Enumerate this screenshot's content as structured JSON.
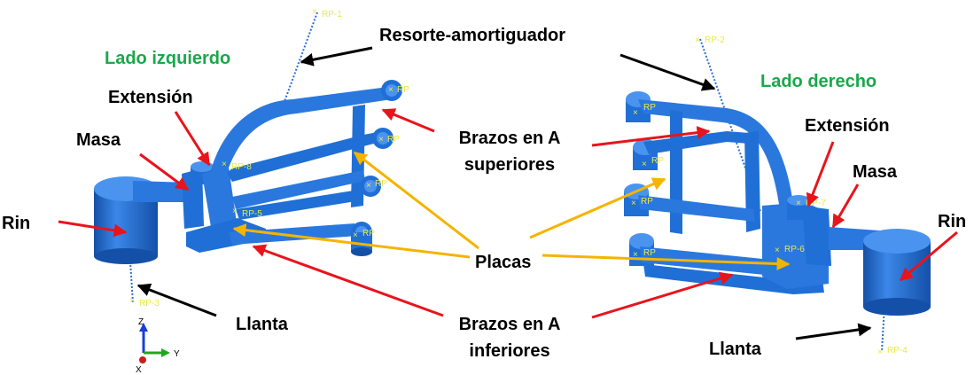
{
  "labels": {
    "left_side": "Lado izquierdo",
    "right_side": "Lado derecho",
    "spring_damper": "Resorte-amortiguador",
    "extension_left": "Extensión",
    "extension_right": "Extensión",
    "mass_left": "Masa",
    "mass_right": "Masa",
    "rim_left": "Rin",
    "rim_right": "Rin",
    "upper_arms": [
      "Brazos en A",
      "superiores"
    ],
    "plates": "Placas",
    "lower_arms": [
      "Brazos en A",
      "inferiores"
    ],
    "tire_left": "Llanta",
    "tire_right": "Llanta"
  },
  "reference_points": {
    "rp1": "RP-1",
    "rp2": "RP-2",
    "rp3": "RP-3",
    "rp4": "RP-4",
    "rp5": "RP-5",
    "rp6": "RP-6",
    "rp7": "RP-7",
    "rp8": "RP-8",
    "rp_generic": "RP"
  },
  "axes": {
    "z": "Z",
    "y": "Y",
    "x": "X"
  },
  "colors": {
    "model_blue": "#1f6fd6",
    "model_blue_light": "#4a94ef",
    "model_blue_dark": "#1450a8",
    "arrow_red": "#e8141c",
    "arrow_yellow": "#f4b400",
    "arrow_black": "#000000",
    "label_green": "#1aa84a",
    "rp_yellow": "#e8e84a"
  }
}
